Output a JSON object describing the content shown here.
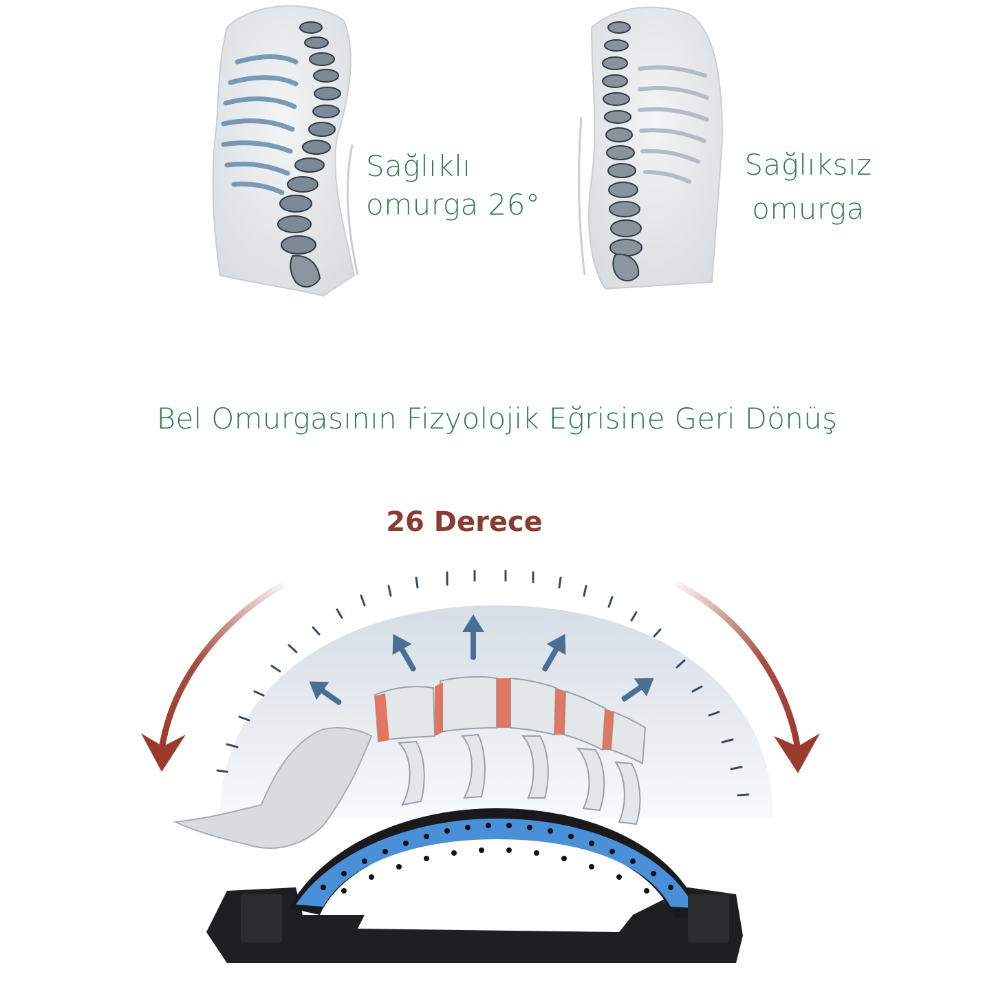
{
  "spine_panel": {
    "healthy_line1": "Sağlıklı",
    "healthy_line2": "omurga 26°",
    "unhealthy_line1": "Sağlıksız",
    "unhealthy_line2": "omurga"
  },
  "headline": "Bel Omurgasının Fizyolojik Eğrisine Geri Dönüş",
  "device_panel": {
    "degree_label": "26 Derece"
  },
  "colors": {
    "text_green": "#2e7a4f",
    "degree_red": "#8a3b2f",
    "arrow_red": "#9c3a2c",
    "arrow_blue": "#4a6f92",
    "pad_blue": "#4a90d9",
    "disc_red": "#e06a55"
  },
  "icons": [
    "spine-illustration",
    "curved-arrow-left-icon",
    "curved-arrow-right-icon",
    "up-arrow-icon",
    "back-stretcher-device"
  ]
}
